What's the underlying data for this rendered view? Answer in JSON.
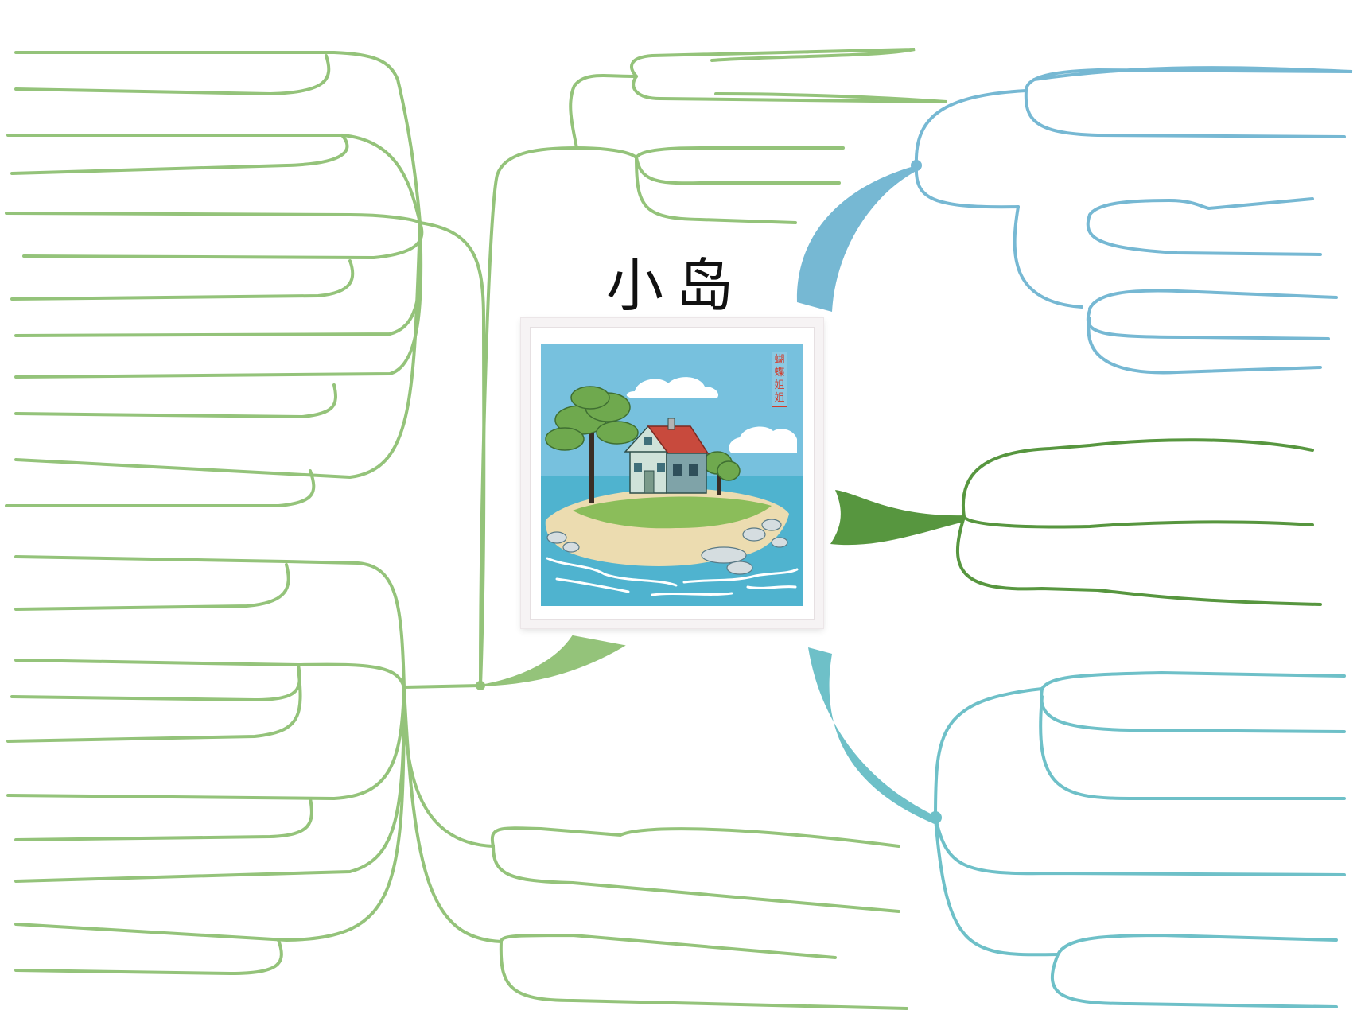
{
  "title": "小岛",
  "seal_text": "蝴蝶姐姐",
  "colors": {
    "left_green": "#94c37a",
    "mid_green": "#57963f",
    "blue": "#76b8d3",
    "teal": "#6ec0c8",
    "sky": "#77c1de",
    "sea": "#4fb3cf",
    "roof": "#c84a3d",
    "seal_red": "#d23b2a"
  },
  "branches": [
    {
      "name": "left-upper",
      "color": "#94c37a"
    },
    {
      "name": "left-lower",
      "color": "#94c37a"
    },
    {
      "name": "right-top",
      "color": "#76b8d3"
    },
    {
      "name": "right-middle",
      "color": "#57963f"
    },
    {
      "name": "right-bottom",
      "color": "#6ec0c8"
    }
  ]
}
